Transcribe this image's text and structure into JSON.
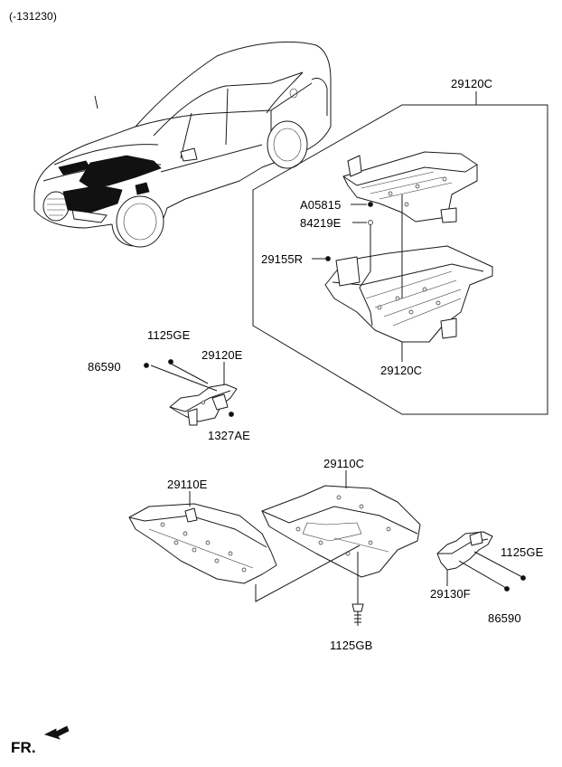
{
  "header": {
    "code": "(-131230)"
  },
  "direction": {
    "label": "FR."
  },
  "callouts": {
    "top_panel_group": "29120C",
    "clip_a": "A05815",
    "harness": "84219E",
    "retainer": "29155R",
    "lower_panel_top": "29120C",
    "side_screw_left": "1125GE",
    "side_cover_left": "29120E",
    "nut_left": "86590",
    "clip_left": "1327AE",
    "front_cover": "29110E",
    "main_cover": "29110C",
    "side_screw_right": "1125GE",
    "side_cover_right": "29130F",
    "nut_right": "86590",
    "bolt_bottom": "1125GB"
  }
}
